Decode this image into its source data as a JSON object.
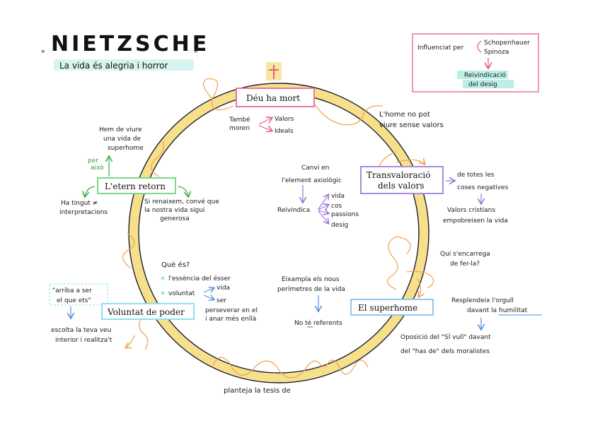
{
  "header": {
    "title": "NIETZSCHE",
    "subtitle": "La vida és alegria i horror"
  },
  "influence": {
    "label": "Influenciat per",
    "names": [
      "Schopenhauer",
      "Spinoza"
    ],
    "result_line1": "Reivindicació",
    "result_line2": "del desig"
  },
  "deu": {
    "title": "Déu ha mort",
    "also_line1": "També",
    "also_line2": "moren",
    "values": [
      "Valors",
      "Ideals"
    ]
  },
  "home": {
    "line1": "L'home no pot",
    "line2": "viure sense valors"
  },
  "transvaloracio": {
    "title_line1": "Transvaloració",
    "title_line2": "dels valors",
    "note_line1": "de totes les",
    "note_line2": "coses negatives",
    "result_line1": "Valors cristians",
    "result_line2": "empobreixen la vida"
  },
  "canvi": {
    "line1": "Canvi en",
    "line2": "l'element axiològic",
    "reivindica": "Reivindica",
    "items": [
      "vida",
      "cos",
      "passions",
      "desig"
    ]
  },
  "etern": {
    "title": "L'etern retorn",
    "top_line1": "Hem de viure",
    "top_line2": "una vida de",
    "top_line3": "superhome",
    "side_line1": "per",
    "side_line2": "això",
    "left_line1": "Ha tingut ≠",
    "left_line2": "interpretacions",
    "right_line1": "Si renaixem, convé que",
    "right_line2": "la nostra vida sigui",
    "right_line3": "generosa"
  },
  "voluntat": {
    "title": "Voluntat de poder",
    "question": "Què és?",
    "bullet1": "l'essència del ésser",
    "bullet2": "voluntat",
    "vida_ser": [
      "vida",
      "ser"
    ],
    "persevera_line1": "perseverar en el",
    "persevera_line2": "i anar més enllà",
    "quote_line1": "\"arriba a ser",
    "quote_line2": "el que ets\"",
    "escolta_line1": "escolta la teva veu",
    "escolta_line2": "interior i realitza't"
  },
  "superhome": {
    "title": "El superhome",
    "question_line1": "Qui s'encarrega",
    "question_line2": "de fer-la?",
    "eixampla_line1": "Eixampla els nous",
    "eixampla_line2": "perímetres de la vida",
    "no_ref": "No té referents",
    "resplendeix_line1": "Resplendeix l'orgull",
    "resplendeix_line2": "davant la humilitat",
    "oposicio_line1": "Oposició del \"SÍ vull\" davant",
    "oposicio_line2": "del \"has de\" dels moralistes"
  },
  "bottom": {
    "text": "planteja la tesis de"
  },
  "icons": {
    "cross": "cross-icon"
  },
  "colors": {
    "ring": "#f7e08a",
    "ring_outline": "#1a1a1a",
    "swirl": "#f0a050",
    "deu_box": "#e8779b",
    "transval_box": "#a98be0",
    "etern_box": "#7dd88a",
    "voluntat_box": "#8fe0f0",
    "superhome_box": "#8fc8f0",
    "influence_box": "#a0e8d8",
    "arrows_pink": "#e06080",
    "arrows_purple": "#9a70d8",
    "arrows_green": "#3aaa4a",
    "arrows_blue": "#5090e0"
  }
}
